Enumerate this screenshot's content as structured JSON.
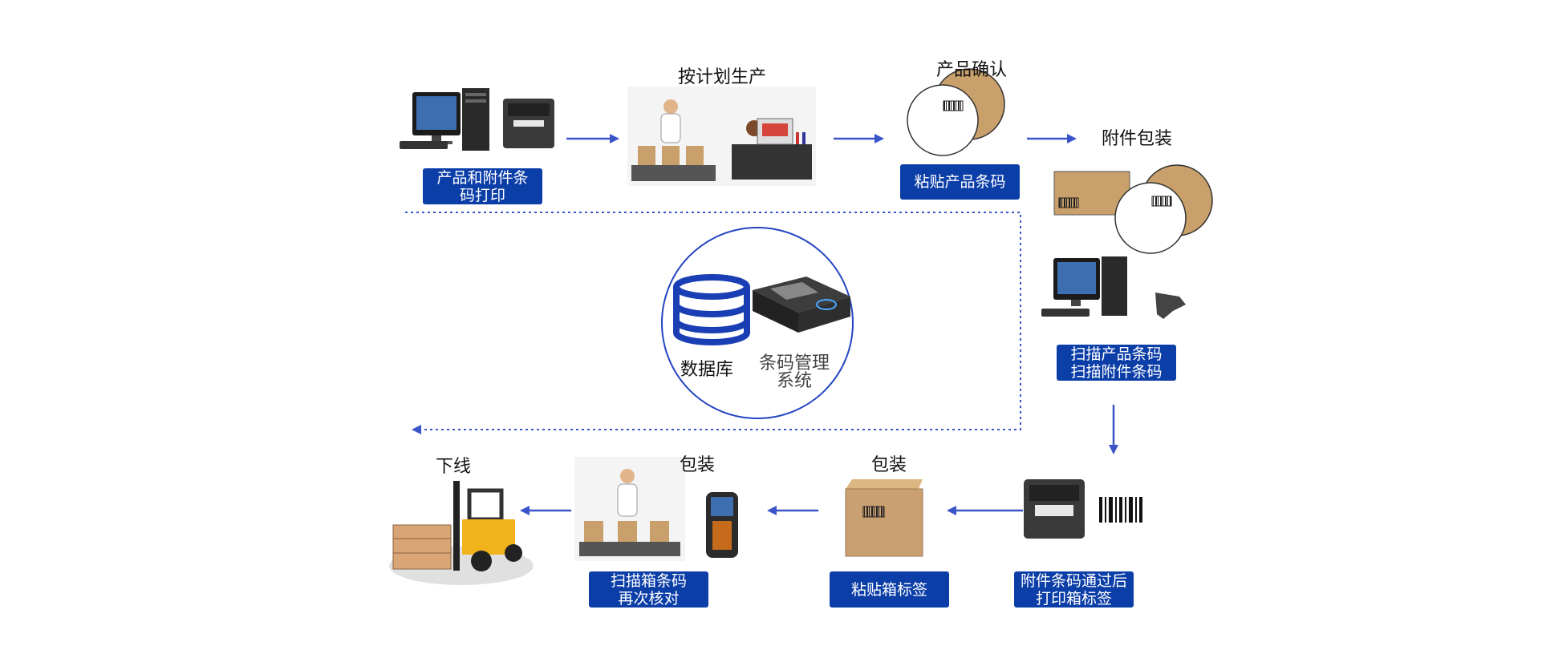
{
  "steps": {
    "print_barcodes": {
      "lines": [
        "产品和附件条",
        "码打印"
      ]
    },
    "produce": {
      "label": "按计划生产"
    },
    "confirm": {
      "label": "产品确认"
    },
    "label_product": {
      "box": "粘贴产品条码"
    },
    "accessory_pack": {
      "label": "附件包装"
    },
    "scan": {
      "lines": [
        "扫描产品条码",
        "扫描附件条码"
      ]
    },
    "print_box_label": {
      "lines": [
        "附件条码通过后",
        "打印箱标签"
      ]
    },
    "pack_box": {
      "label": "包装",
      "box": "粘贴箱标签"
    },
    "pack_check": {
      "label": "包装",
      "lines": [
        "扫描箱条码",
        "再次核对"
      ]
    },
    "offline": {
      "label": "下线"
    }
  },
  "hub": {
    "database": "数据库",
    "system_lines": [
      "条码管理",
      "系统"
    ]
  },
  "colors": {
    "accent_blue": "#0c3ea8",
    "arrow_blue": "#3a55c8",
    "cardboard": "#c9a06b"
  }
}
